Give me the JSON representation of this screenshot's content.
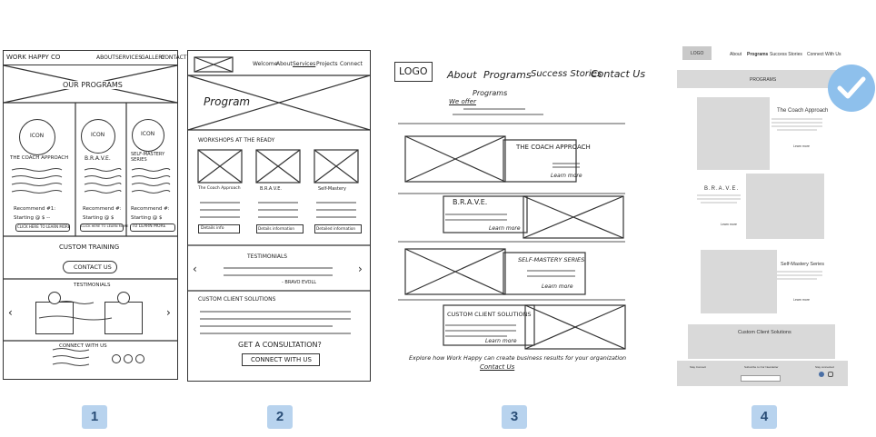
{
  "panel1": {
    "brand": "WORK HAPPY CO",
    "nav": [
      "ABOUT",
      "SERVICES",
      "GALLERY",
      "CONTACT"
    ],
    "hero": "OUR PROGRAMS",
    "icon": "ICON",
    "col_titles": [
      "THE COACH APPROACH",
      "B.R.A.V.E.",
      "SELF-MASTERY SERIES"
    ],
    "recs": [
      "Recommend #1:",
      "Recommend #:",
      "Recommend #:"
    ],
    "starting": [
      "Starting @ $ --",
      "Starting @ $",
      "Starting @ $"
    ],
    "learn_more": [
      "CLICK HERE TO LEARN MORE",
      "CLICK HERE TO LEARN MORE",
      "TO LEARN MORE"
    ],
    "custom": "CUSTOM TRAINING",
    "contact_btn": "CONTACT US",
    "testimonials": "TESTIMONIALS",
    "connect": "CONNECT WITH US"
  },
  "panel2": {
    "nav": [
      "Welcome",
      "About",
      "Services",
      "Projects",
      "Connect"
    ],
    "hero": "Program",
    "workshops": "WORKSHOPS AT THE READY",
    "cards": [
      "The Coach Approach",
      "B.R.A.V.E.",
      "Self-Mastery"
    ],
    "card_btns": [
      "Details info",
      "Details information",
      "Detailed information"
    ],
    "testimonials": "TESTIMONIALS",
    "bravo": "- BRAVO EVOLL",
    "custom": "CUSTOM CLIENT SOLUTIONS",
    "consult": "GET A CONSULTATION?",
    "connect_btn": "CONNECT WITH US"
  },
  "panel3": {
    "logo": "LOGO",
    "nav": [
      "About",
      "Programs",
      "Success Stories",
      "Contact Us"
    ],
    "programs": "Programs",
    "we_offer": "We offer",
    "items": [
      "THE COACH APPROACH",
      "B.R.A.V.E.",
      "SELF-MASTERY SERIES",
      "CUSTOM CLIENT SOLUTIONS"
    ],
    "learn": [
      "Learn more",
      "Learn more",
      "Learn more",
      "Learn more"
    ],
    "footer": "Explore how Work Happy can create business results for your organization",
    "contact": "Contact Us"
  },
  "panel4": {
    "logo": "LOGO",
    "nav": [
      "About",
      "Programs",
      "Success Stories",
      "Connect With Us"
    ],
    "banner": "PROGRAMS",
    "items": [
      "The Coach Approach",
      "B.R.A.V.E.",
      "Self-Mastery Series"
    ],
    "learn": [
      "Learn more",
      "Learn more",
      "Learn more"
    ],
    "custom_title": "Custom Client Solutions",
    "footer_cols": [
      "Stay Connect",
      "Subscribe to Our Newsletter",
      "Stay connected"
    ]
  },
  "badges": [
    "1",
    "2",
    "3",
    "4"
  ],
  "colors": {
    "badge_bg": "#b8d3ee",
    "badge_text": "#2a4e77",
    "check": "#8ec0ec",
    "gray": "#d9d9d9"
  }
}
